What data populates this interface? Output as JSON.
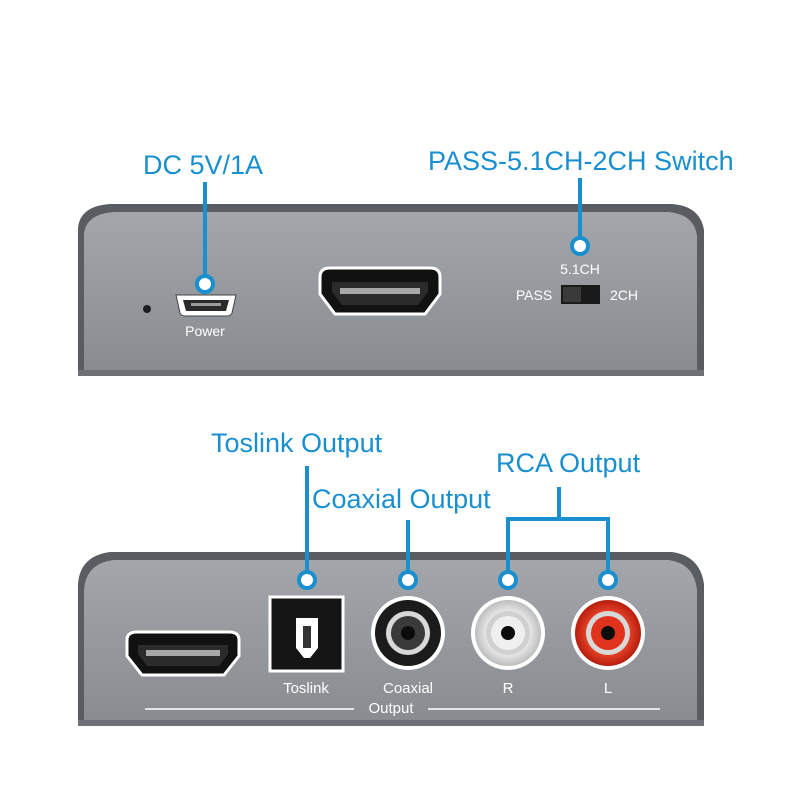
{
  "colors": {
    "callout": "#1a8fd0",
    "panel": "#8e9195",
    "panel_shadow": "#5d6064",
    "label": "#ffffff",
    "rca_red": "#e0321c",
    "rca_white": "#e6e6e6",
    "rca_black": "#1b1b1b"
  },
  "top_panel": {
    "callouts": {
      "power_input": "DC 5V/1A",
      "mode_switch": "PASS-5.1CH-2CH Switch"
    },
    "labels": {
      "power": "Power",
      "switch_top": "5.1CH",
      "switch_left": "PASS",
      "switch_right": "2CH"
    },
    "icons": [
      "led-indicator-icon",
      "micro-usb-port-icon",
      "hdmi-port-icon",
      "slide-switch-icon"
    ]
  },
  "bottom_panel": {
    "callouts": {
      "toslink": "Toslink Output",
      "coaxial": "Coaxial Output",
      "rca": "RCA Output"
    },
    "labels": {
      "toslink": "Toslink",
      "coaxial": "Coaxial",
      "r": "R",
      "l": "L",
      "group": "Output"
    },
    "icons": [
      "hdmi-port-icon",
      "toslink-port-icon",
      "coaxial-jack-icon",
      "rca-jack-icon"
    ]
  }
}
